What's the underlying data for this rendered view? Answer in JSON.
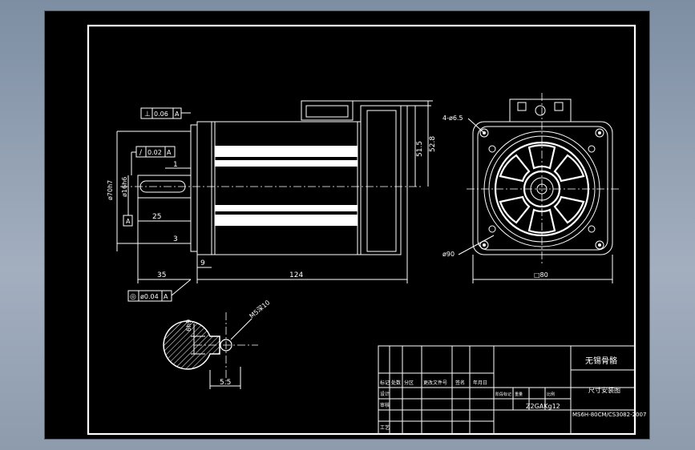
{
  "dimensions": {
    "len_124": "124",
    "len_35": "35",
    "len_25": "25",
    "len_9": "9",
    "len_3": "3",
    "len_1": "1",
    "h_51_5": "51.5",
    "h_52_8": "52.8",
    "dia_70": "ø70h7",
    "dia_16": "ø16h6",
    "holes": "4-ø6.5",
    "dia_90": "ø90",
    "sq_80": "□80",
    "key_w": "5.5",
    "key_depth": "6h9",
    "thread": "M5深10"
  },
  "tolerances": {
    "perp": {
      "symbol": "⊥",
      "value": "0.06",
      "datum": "A"
    },
    "runout": {
      "symbol": "/",
      "value": "0.02",
      "datum": "A"
    },
    "concentric": {
      "symbol": "◎",
      "value": "ø0.04",
      "datum": "A"
    },
    "datum_label": "A"
  },
  "title_block": {
    "company": "无锡骨骼",
    "drawing_name": "尺寸安装图",
    "part_no": "MS6H-80CM/CS3082-2007",
    "material": "Z2GAKg12",
    "row_labels": [
      "标记",
      "设计",
      "审核",
      "工艺"
    ],
    "col_labels": [
      "处数",
      "分区",
      "更改文件号",
      "签名",
      "年月日"
    ],
    "stage_labels": [
      "阶段标记",
      "重量",
      "比例"
    ]
  }
}
